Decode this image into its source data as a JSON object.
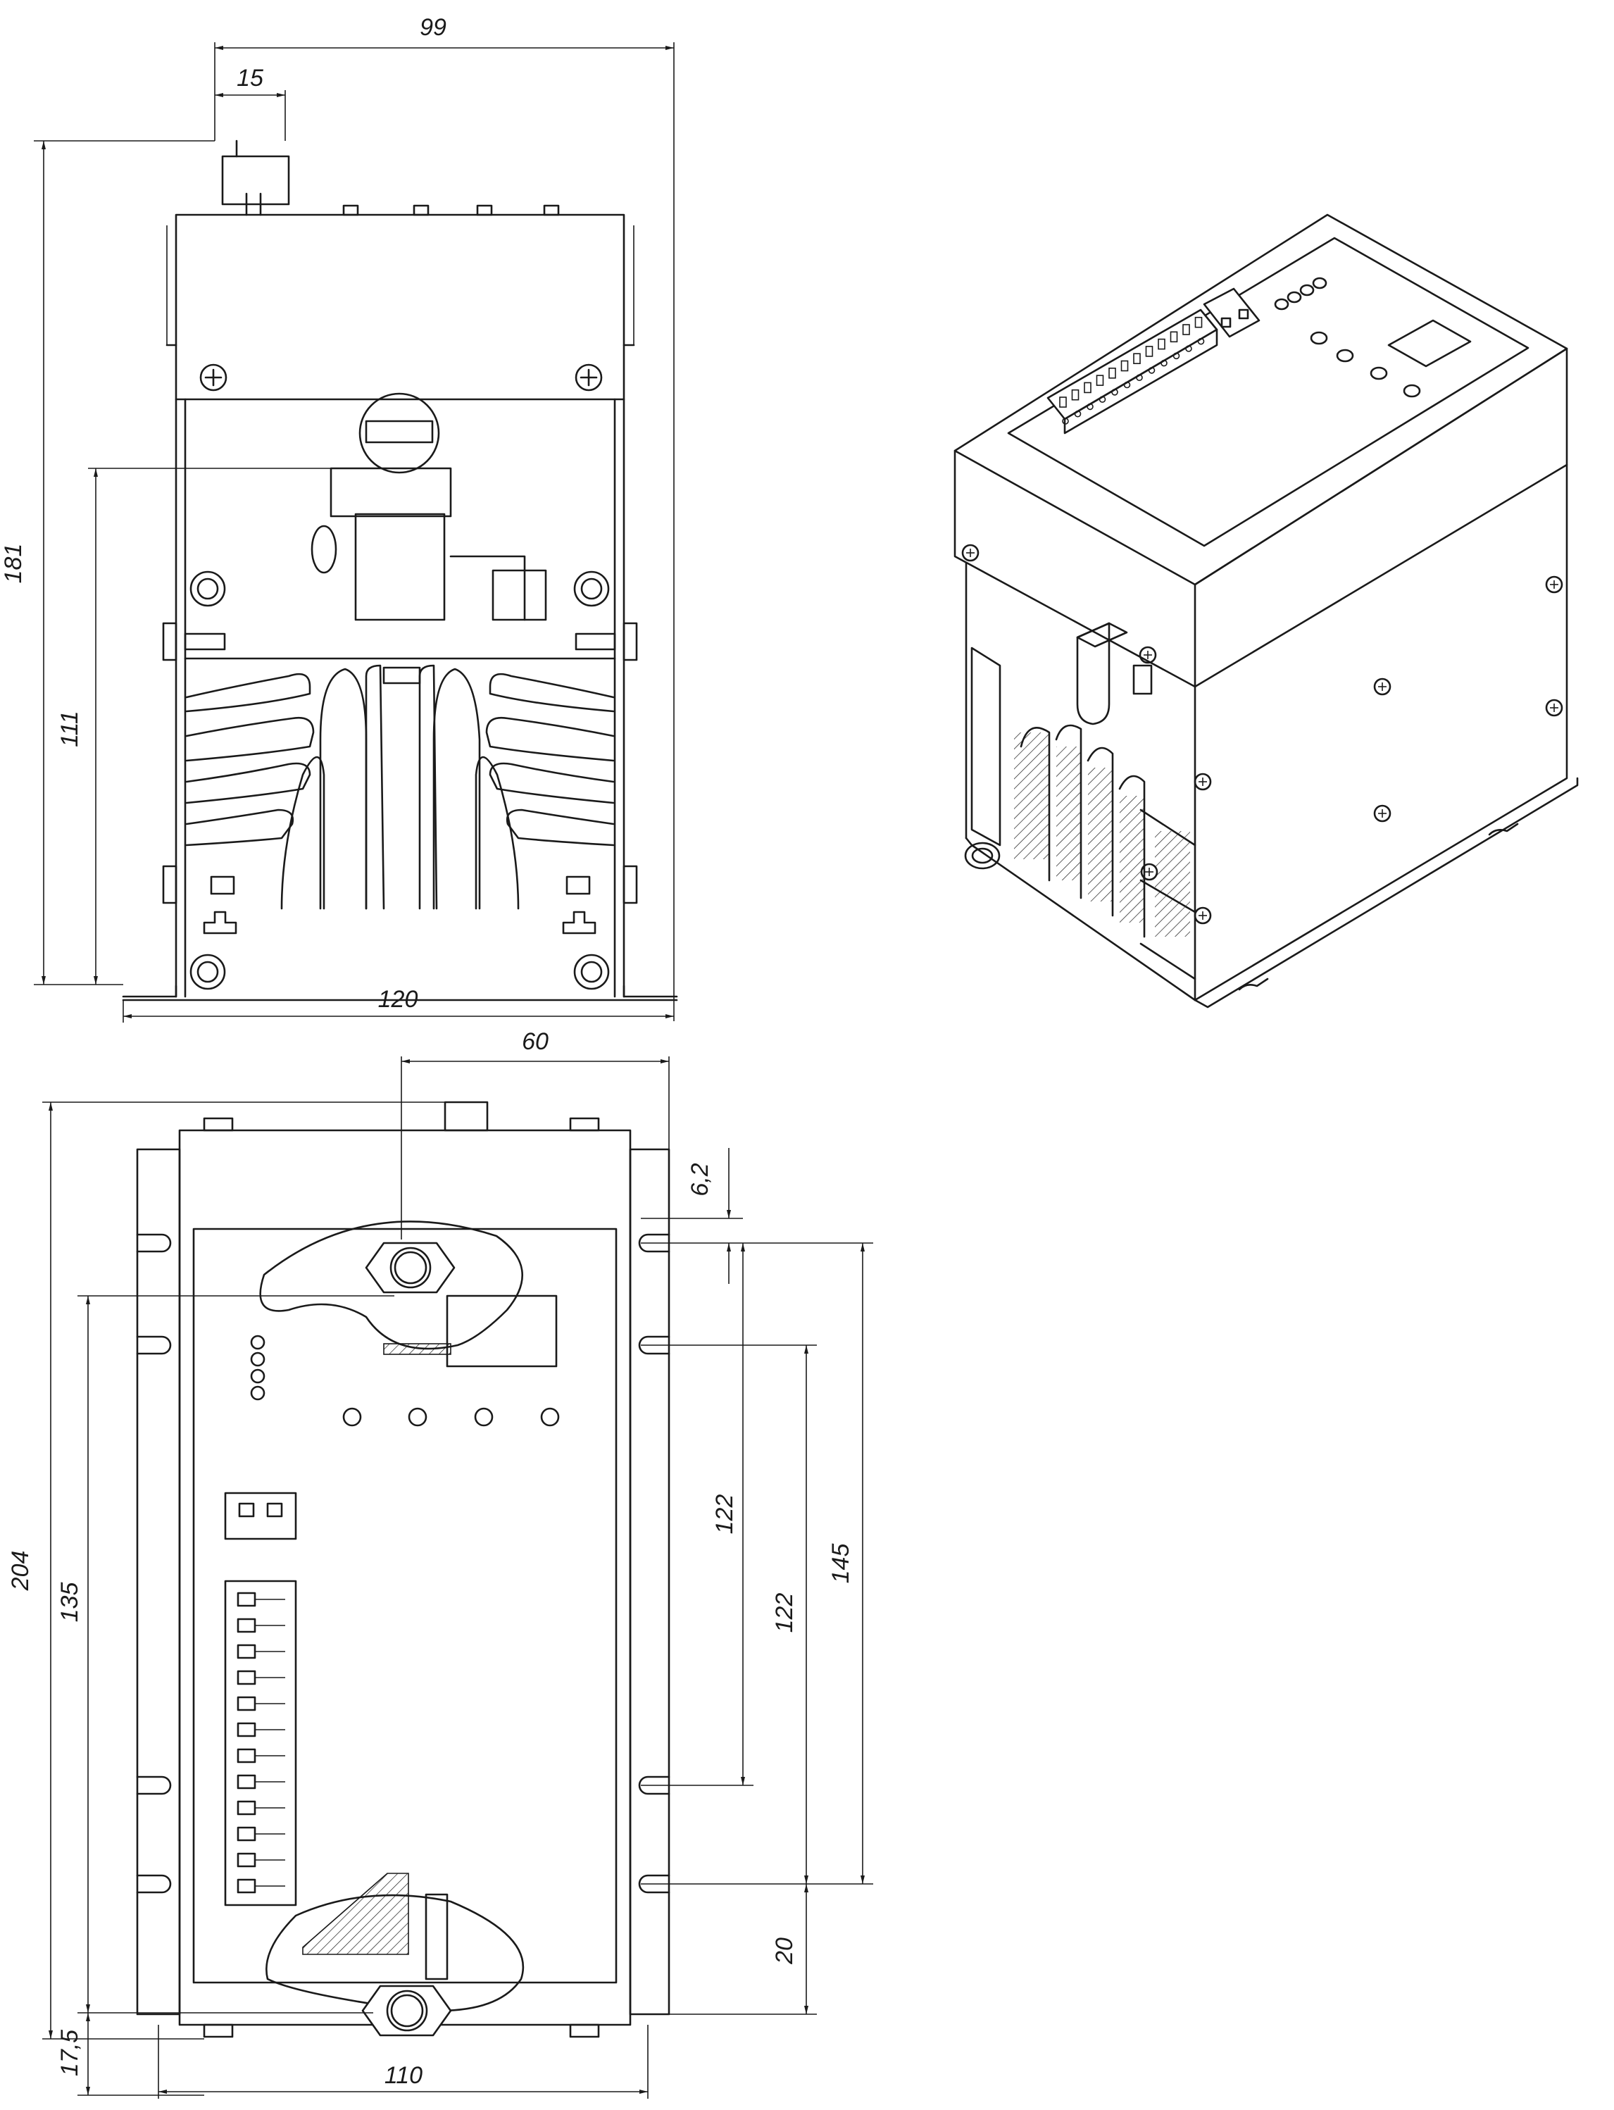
{
  "drawing": {
    "units": "mm",
    "front_view": {
      "dim_width_right_extent": "99",
      "dim_terminal_offset": "15",
      "dim_total_height": "181",
      "dim_mount_height": "111",
      "dim_base_width": "120"
    },
    "top_view": {
      "dim_terminal_center": "60",
      "dim_slot_offset": "6,2",
      "dim_total_length": "204",
      "dim_terminal_spacing": "135",
      "dim_slot_pitch_upper": "122",
      "dim_slot_pitch_lower": "122",
      "dim_outer_slot_span": "145",
      "dim_bottom_terminal_offset": "17,5",
      "dim_bottom_slot_offset": "20",
      "dim_body_width": "110"
    },
    "iso_view": {
      "connector_pins": 12,
      "indicator_leds": 4
    }
  }
}
